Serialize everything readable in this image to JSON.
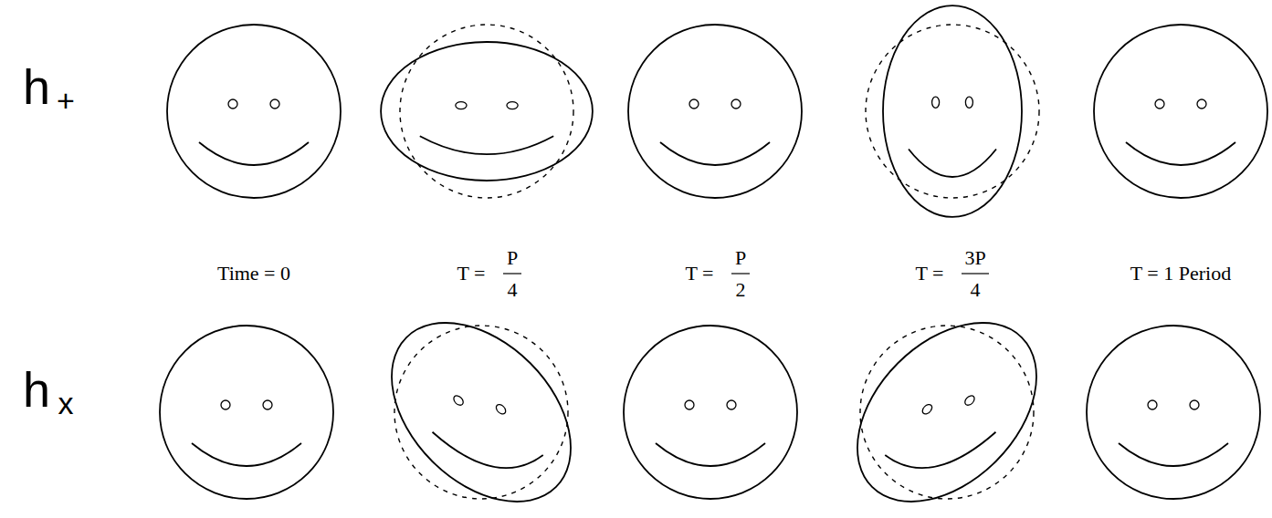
{
  "diagram": {
    "labels": [
      "h",
      "+",
      "Time = 0",
      "T =",
      "P",
      "4",
      "T =",
      "P",
      "2",
      "T =",
      "3P",
      "4",
      "T = 1 Period",
      "h",
      "x"
    ]
  }
}
